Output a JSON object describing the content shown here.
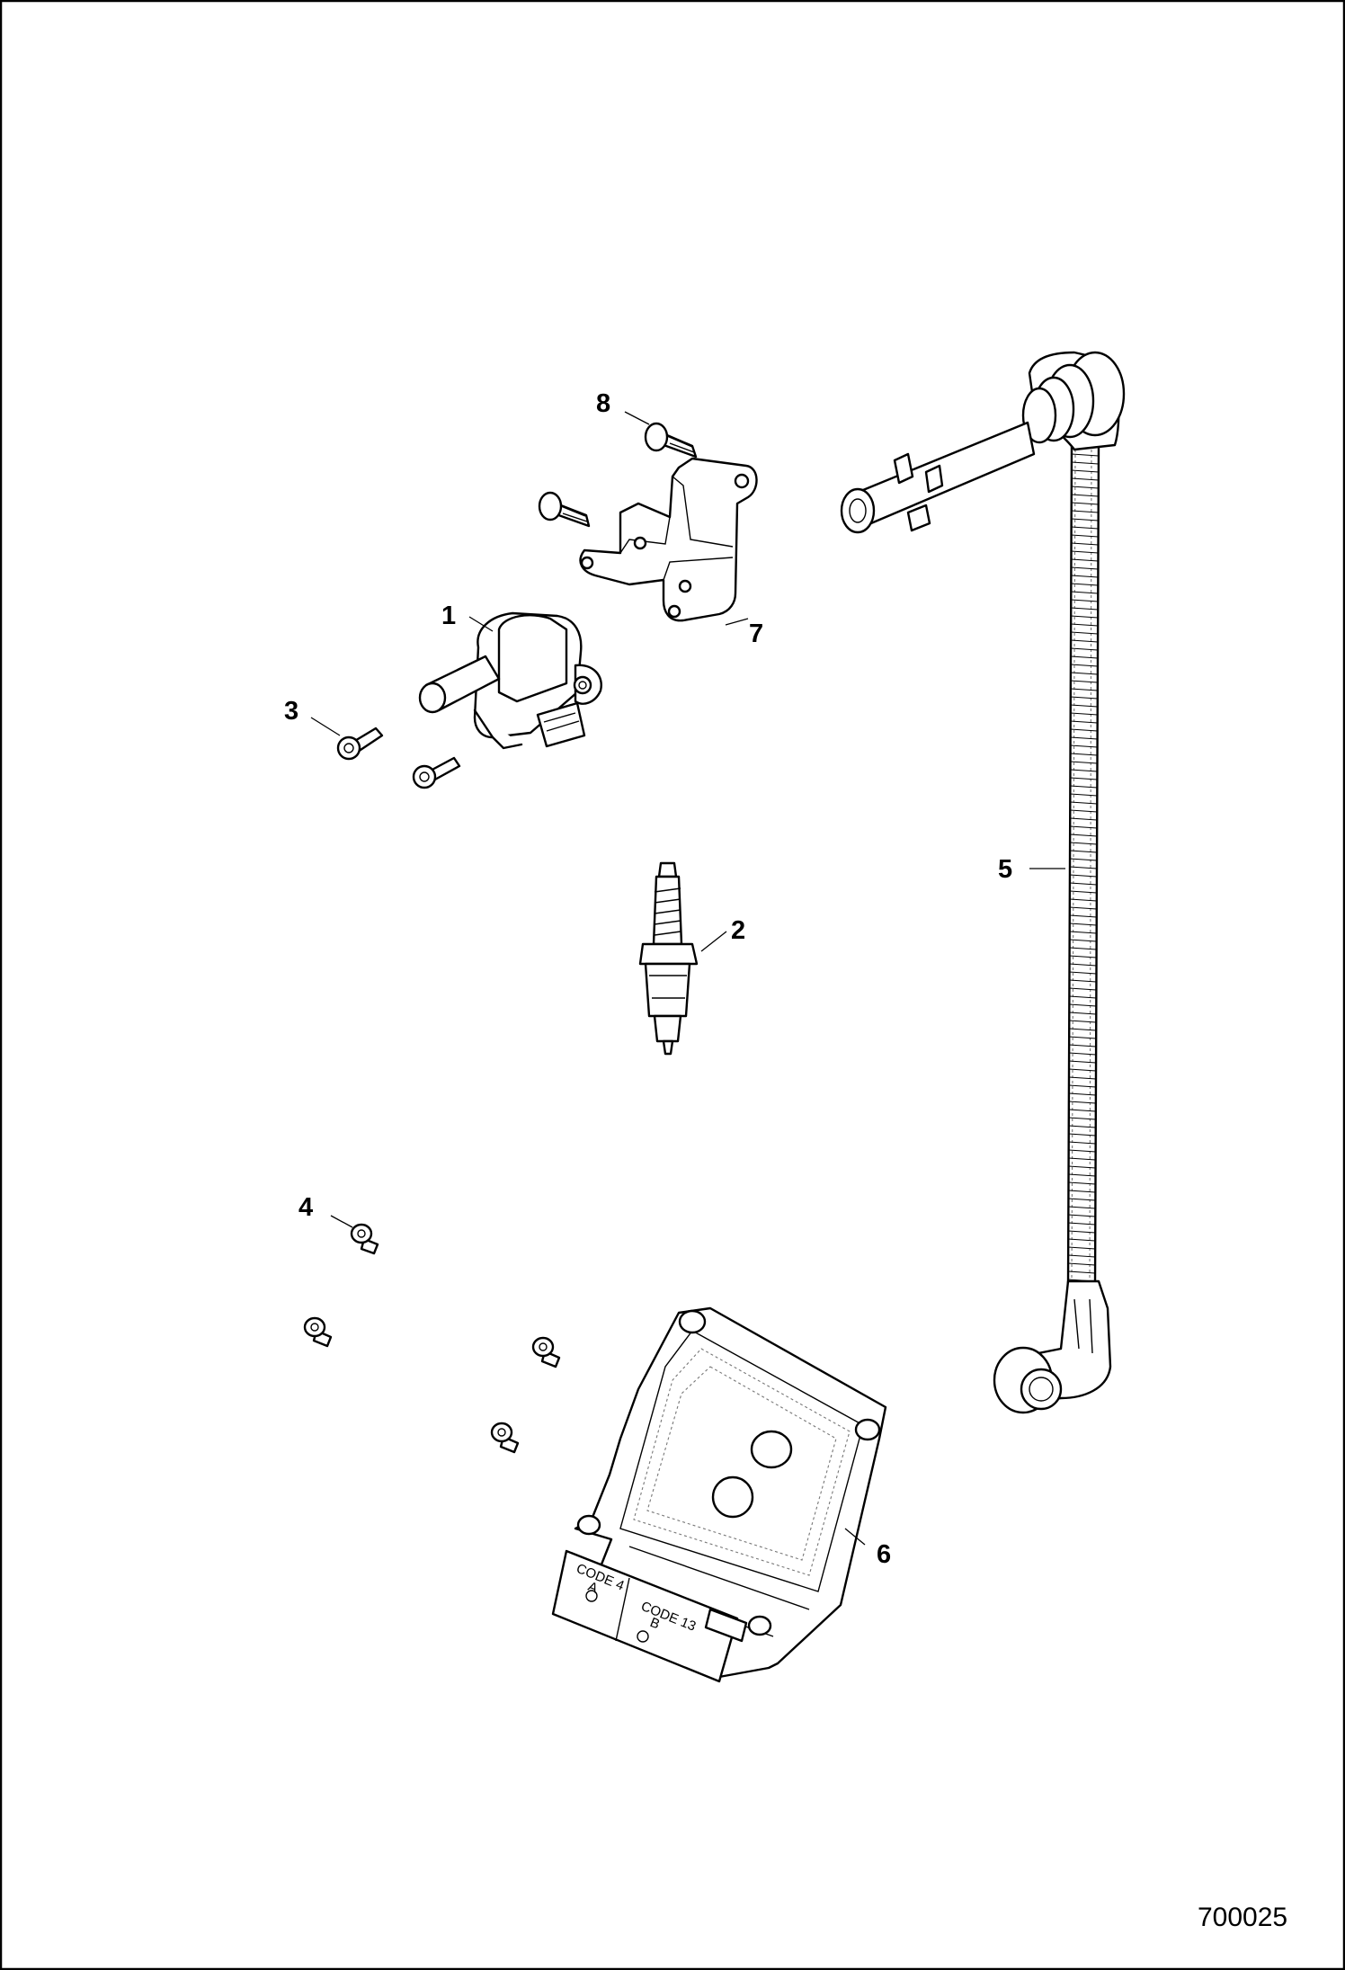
{
  "figure_number": "700025",
  "callouts": {
    "c1": "1",
    "c2": "2",
    "c3": "3",
    "c4": "4",
    "c5": "5",
    "c6": "6",
    "c7": "7",
    "c8": "8"
  },
  "ecm_labels": {
    "code_a": "CODE 4",
    "letter_a": "A",
    "code_b": "CODE 13",
    "letter_b": "B"
  }
}
